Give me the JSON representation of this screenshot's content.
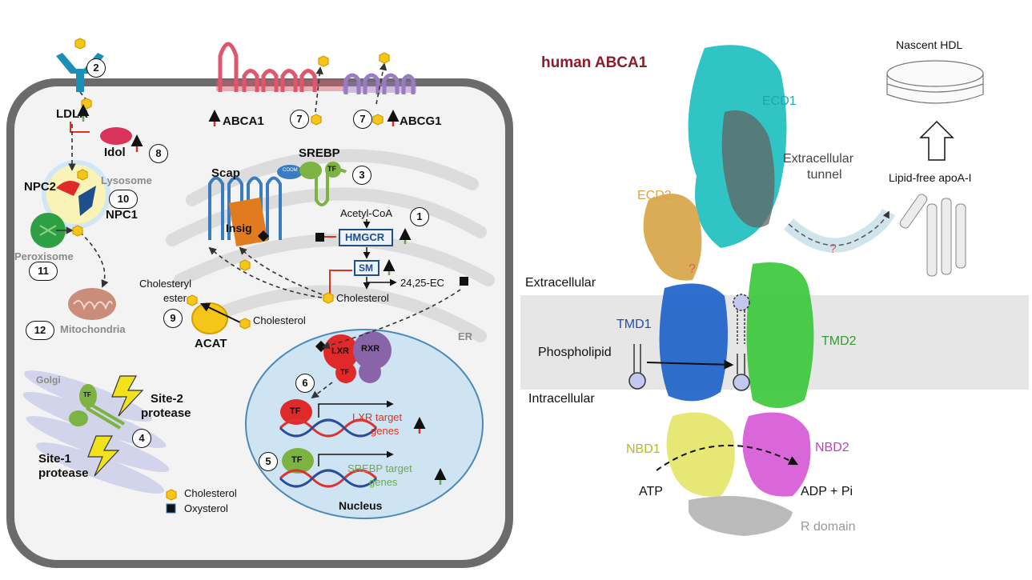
{
  "left_panel": {
    "labels": {
      "ldlr": "LDLR",
      "idol": "Idol",
      "abca1": "ABCA1",
      "abcg1": "ABCG1",
      "srebp": "SREBP",
      "scap": "Scap",
      "insig": "Insig",
      "acetyl_coa": "Acetyl-CoA",
      "hmgcr": "HMGCR",
      "sm": "SM",
      "ec": "24,25-EC",
      "cholesterol_er": "Cholesterol",
      "cholesteryl": "Cholesteryl",
      "ester": "ester",
      "cholesterol_acat": "Cholesterol",
      "acat": "ACAT",
      "npc2": "NPC2",
      "npc1": "NPC1",
      "lysosome": "Lysosome",
      "peroxisome": "Peroxisome",
      "mitochondria": "Mitochondria",
      "golgi": "Golgi",
      "site2_line1": "Site-2",
      "site2_line2": "protease",
      "site1_line1": "Site-1",
      "site1_line2": "protease",
      "lxr": "LXR",
      "rxr": "RXR",
      "tf": "TF",
      "lxr_target_1": "LXR target",
      "lxr_target_2": "genes",
      "srebp_target_1": "SREBP target",
      "srebp_target_2": "genes",
      "nucleus": "Nucleus",
      "er": "ER",
      "coom": "COOM"
    },
    "step_numbers": [
      "1",
      "2",
      "3",
      "4",
      "5",
      "6",
      "7",
      "7",
      "8",
      "9",
      "10",
      "11",
      "12"
    ],
    "legend": {
      "cholesterol": "Cholesterol",
      "oxysterol": "Oxysterol"
    }
  },
  "right_panel": {
    "title": "human ABCA1",
    "labels": {
      "ecd1": "ECD1",
      "ecd2": "ECD2",
      "tunnel_1": "Extracellular",
      "tunnel_2": "tunnel",
      "nascent_hdl": "Nascent HDL",
      "apoa1": "Lipid-free apoA-I",
      "extracellular": "Extracellular",
      "intracellular": "Intracellular",
      "tmd1": "TMD1",
      "tmd2": "TMD2",
      "phospholipid": "Phospholipid",
      "nbd1": "NBD1",
      "nbd2": "NBD2",
      "atp": "ATP",
      "adp": "ADP + Pi",
      "r_domain": "R domain",
      "question": "?"
    }
  },
  "colors": {
    "cell_border": "#6b6b6b",
    "cytoplasm": "#f3f3f3",
    "abca1": "#e0566b",
    "abcg1": "#9b7bc2",
    "nucleus": "#cfe4f3",
    "lxr": "#e02a2a",
    "rxr": "#8a64a8",
    "srebp_green": "#7cb342",
    "hmgcr_blue": "#1f4e8c",
    "cholesterol": "#f5c518",
    "ecd1": "#1fbfbf",
    "ecd2": "#d9a548",
    "tmd1": "#1f63c9",
    "tmd2": "#3cc83c",
    "nbd1": "#e6e66a",
    "nbd2": "#d65bd6",
    "r_domain": "#b5b5b5",
    "title_red": "#8b1c2c",
    "up_arrow_green": "#6aa84f",
    "up_arrow_red": "#e0301e"
  }
}
